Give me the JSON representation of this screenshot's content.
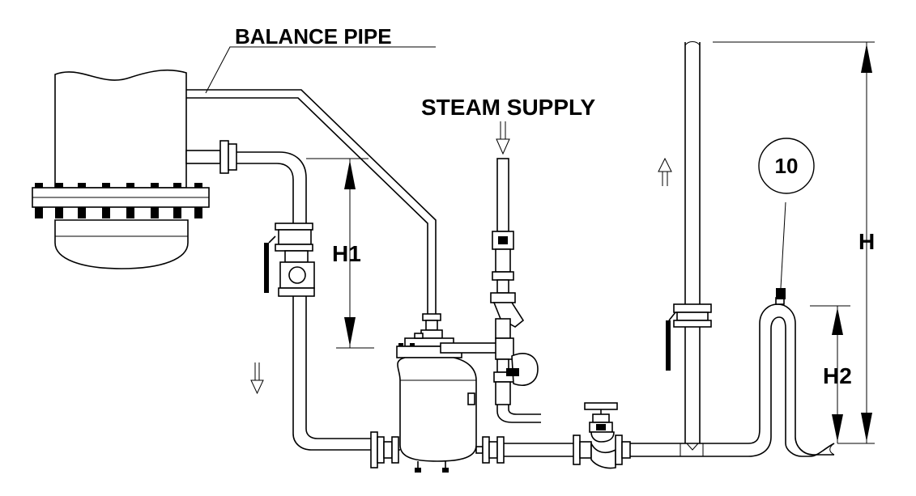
{
  "labels": {
    "balance_pipe": "BALANCE PIPE",
    "steam_supply": "STEAM SUPPLY",
    "h1": "H1",
    "h2": "H2",
    "h": "H",
    "item_number": "10"
  },
  "colors": {
    "line": "#000000",
    "background": "#ffffff"
  }
}
